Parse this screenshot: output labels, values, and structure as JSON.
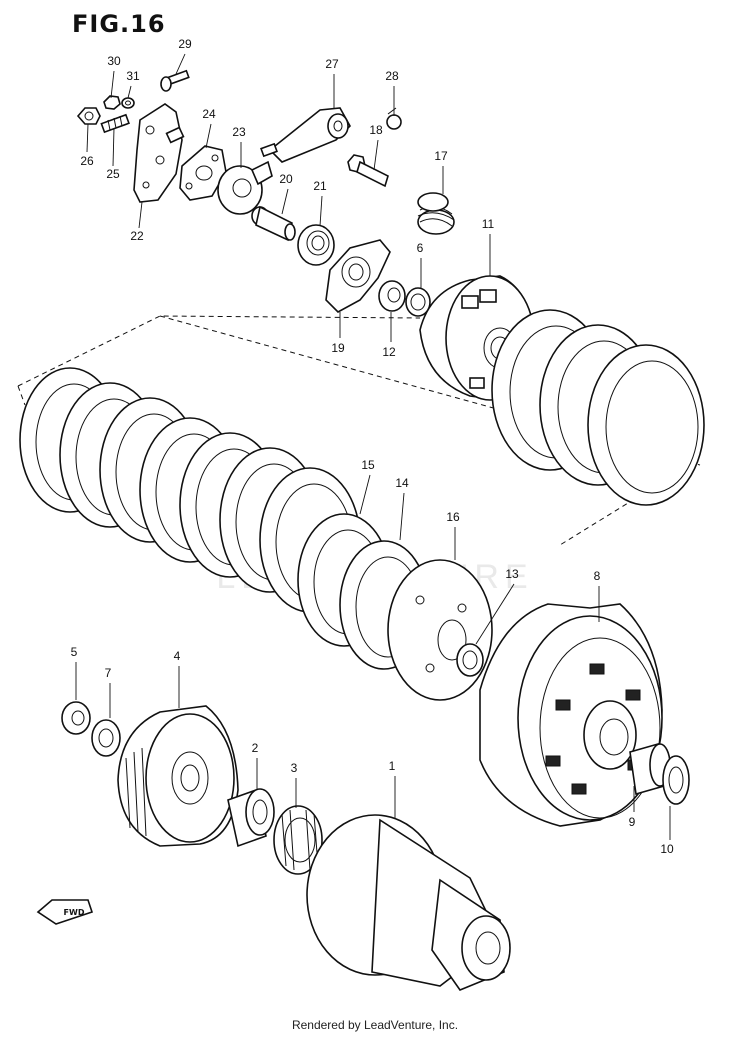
{
  "figure": {
    "title": "FIG.16",
    "fwd_label": "FWD",
    "watermark": "LEADVENTURE"
  },
  "callouts": [
    {
      "id": "1",
      "label": "1"
    },
    {
      "id": "2",
      "label": "2"
    },
    {
      "id": "3",
      "label": "3"
    },
    {
      "id": "4",
      "label": "4"
    },
    {
      "id": "5",
      "label": "5"
    },
    {
      "id": "6",
      "label": "6"
    },
    {
      "id": "7",
      "label": "7"
    },
    {
      "id": "8",
      "label": "8"
    },
    {
      "id": "9",
      "label": "9"
    },
    {
      "id": "10",
      "label": "10"
    },
    {
      "id": "11",
      "label": "11"
    },
    {
      "id": "12",
      "label": "12"
    },
    {
      "id": "13",
      "label": "13"
    },
    {
      "id": "14",
      "label": "14"
    },
    {
      "id": "15",
      "label": "15"
    },
    {
      "id": "16",
      "label": "16"
    },
    {
      "id": "17",
      "label": "17"
    },
    {
      "id": "18",
      "label": "18"
    },
    {
      "id": "19",
      "label": "19"
    },
    {
      "id": "20",
      "label": "20"
    },
    {
      "id": "21",
      "label": "21"
    },
    {
      "id": "22",
      "label": "22"
    },
    {
      "id": "23",
      "label": "23"
    },
    {
      "id": "24",
      "label": "24"
    },
    {
      "id": "25",
      "label": "25"
    },
    {
      "id": "26",
      "label": "26"
    },
    {
      "id": "27",
      "label": "27"
    },
    {
      "id": "28",
      "label": "28"
    },
    {
      "id": "29",
      "label": "29"
    },
    {
      "id": "30",
      "label": "30"
    },
    {
      "id": "31",
      "label": "31"
    }
  ],
  "footer": {
    "text": "Rendered by LeadVenture, Inc."
  }
}
